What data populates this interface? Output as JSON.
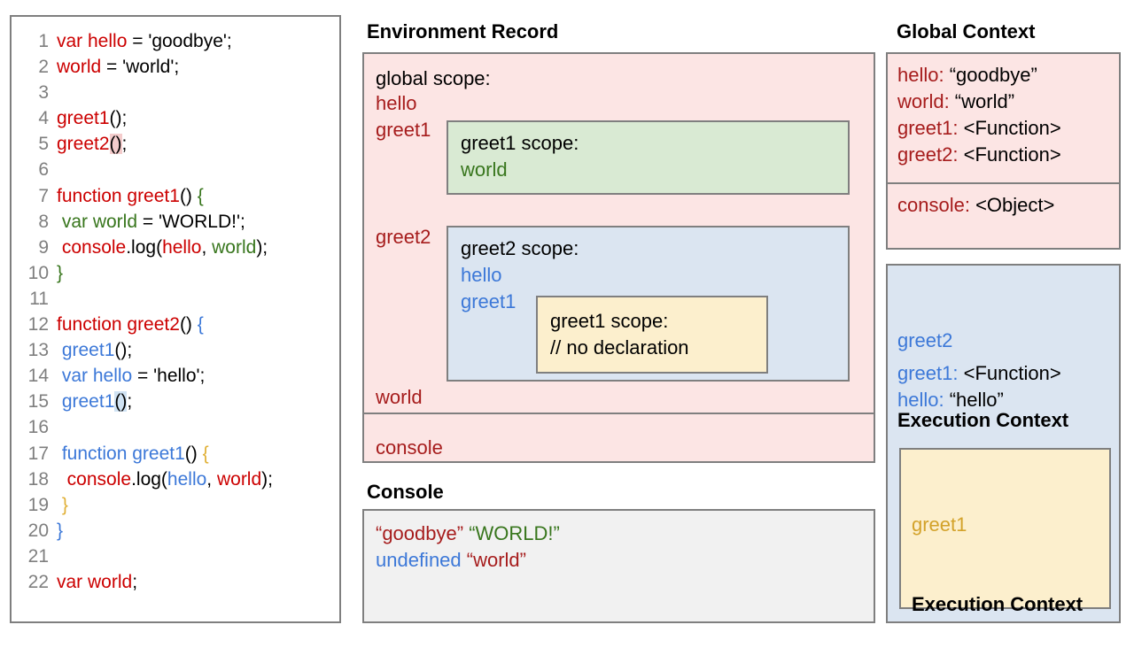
{
  "code_panel": {
    "name": "source-code",
    "lines": [
      {
        "num": "1",
        "tokens": [
          {
            "t": "var hello ",
            "c": "red"
          },
          {
            "t": "= 'goodbye';",
            "c": "black"
          }
        ]
      },
      {
        "num": "2",
        "tokens": [
          {
            "t": "world ",
            "c": "red"
          },
          {
            "t": "= 'world';",
            "c": "black"
          }
        ]
      },
      {
        "num": "3",
        "tokens": []
      },
      {
        "num": "4",
        "tokens": [
          {
            "t": "greet1",
            "c": "red"
          },
          {
            "t": "();",
            "c": "black"
          }
        ]
      },
      {
        "num": "5",
        "tokens": [
          {
            "t": "greet2",
            "c": "red"
          },
          {
            "t": "()",
            "c": "black",
            "hl": "red"
          },
          {
            "t": ";",
            "c": "black"
          }
        ]
      },
      {
        "num": "6",
        "tokens": []
      },
      {
        "num": "7",
        "tokens": [
          {
            "t": "function greet1",
            "c": "red"
          },
          {
            "t": "() ",
            "c": "black"
          },
          {
            "t": "{",
            "c": "green"
          }
        ]
      },
      {
        "num": "8",
        "tokens": [
          {
            "t": " var world ",
            "c": "green"
          },
          {
            "t": "= 'WORLD!';",
            "c": "black"
          }
        ]
      },
      {
        "num": "9",
        "tokens": [
          {
            "t": " console",
            "c": "red"
          },
          {
            "t": ".log(",
            "c": "black"
          },
          {
            "t": "hello",
            "c": "red"
          },
          {
            "t": ", ",
            "c": "black"
          },
          {
            "t": "world",
            "c": "green"
          },
          {
            "t": ");",
            "c": "black"
          }
        ]
      },
      {
        "num": "10",
        "tokens": [
          {
            "t": "}",
            "c": "green"
          }
        ]
      },
      {
        "num": "11",
        "tokens": []
      },
      {
        "num": "12",
        "tokens": [
          {
            "t": "function greet2",
            "c": "red"
          },
          {
            "t": "() ",
            "c": "black"
          },
          {
            "t": "{",
            "c": "blue"
          }
        ]
      },
      {
        "num": "13",
        "tokens": [
          {
            "t": " greet1",
            "c": "blue"
          },
          {
            "t": "();",
            "c": "black"
          }
        ]
      },
      {
        "num": "14",
        "tokens": [
          {
            "t": " var hello ",
            "c": "blue"
          },
          {
            "t": "= 'hello';",
            "c": "black"
          }
        ]
      },
      {
        "num": "15",
        "tokens": [
          {
            "t": " greet1",
            "c": "blue"
          },
          {
            "t": "()",
            "c": "black",
            "hl": "blue"
          },
          {
            "t": ";",
            "c": "black"
          }
        ]
      },
      {
        "num": "16",
        "tokens": []
      },
      {
        "num": "17",
        "tokens": [
          {
            "t": " function greet1",
            "c": "blue"
          },
          {
            "t": "() ",
            "c": "black"
          },
          {
            "t": "{",
            "c": "gold"
          }
        ]
      },
      {
        "num": "18",
        "tokens": [
          {
            "t": "  console",
            "c": "red"
          },
          {
            "t": ".log(",
            "c": "black"
          },
          {
            "t": "hello",
            "c": "blue"
          },
          {
            "t": ", ",
            "c": "black"
          },
          {
            "t": "world",
            "c": "red"
          },
          {
            "t": ");",
            "c": "black"
          }
        ]
      },
      {
        "num": "19",
        "tokens": [
          {
            "t": " }",
            "c": "gold"
          }
        ]
      },
      {
        "num": "20",
        "tokens": [
          {
            "t": "}",
            "c": "blue"
          }
        ]
      },
      {
        "num": "21",
        "tokens": []
      },
      {
        "num": "22",
        "tokens": [
          {
            "t": "var world",
            "c": "red"
          },
          {
            "t": ";",
            "c": "black"
          }
        ]
      }
    ]
  },
  "environment_record": {
    "title": "Environment Record",
    "global_scope_label": "global scope:",
    "bindings_top": [
      {
        "name": "hello",
        "color": "dred"
      },
      {
        "name": "greet1",
        "color": "dred"
      }
    ],
    "binding_greet2": {
      "name": "greet2",
      "color": "dred"
    },
    "binding_world": {
      "name": "world",
      "color": "dred"
    },
    "binding_console": {
      "name": "console",
      "color": "dred"
    },
    "greet1_scope": {
      "heading": "greet1 scope:",
      "entries": [
        {
          "name": "world",
          "color": "green"
        }
      ]
    },
    "greet2_scope": {
      "heading": "greet2 scope:",
      "entries": [
        {
          "name": "hello",
          "color": "blue"
        },
        {
          "name": "greet1",
          "color": "blue"
        }
      ],
      "inner_greet1_scope": {
        "heading": "greet1 scope:",
        "comment": "// no declaration"
      }
    }
  },
  "console": {
    "title": "Console",
    "lines": [
      [
        {
          "t": "“goodbye” ",
          "c": "dred"
        },
        {
          "t": "“WORLD!”",
          "c": "green"
        }
      ],
      [
        {
          "t": "undefined ",
          "c": "blue"
        },
        {
          "t": "“world”",
          "c": "dred"
        }
      ]
    ]
  },
  "global_context": {
    "title": "Global Context",
    "variables": [
      {
        "key": "hello: ",
        "value": "“goodbye”",
        "color": "dred"
      },
      {
        "key": "world: ",
        "value": "“world”",
        "color": "dred"
      },
      {
        "key": "greet1: ",
        "value": "<Function>",
        "color": "dred"
      },
      {
        "key": "greet2: ",
        "value": "<Function>",
        "color": "dred"
      }
    ],
    "object_row": {
      "key": "console: ",
      "value": "<Object>",
      "color": "dred"
    }
  },
  "greet2_execution_context": {
    "name": "greet2",
    "subtitle": "Execution Context",
    "variables": [
      {
        "key": "greet1: ",
        "value": "<Function>",
        "color": "blue"
      },
      {
        "key": "hello: ",
        "value": "“hello”",
        "color": "blue"
      }
    ],
    "nested_greet1_execution_context": {
      "name": "greet1",
      "subtitle": "Execution Context"
    }
  },
  "colors": {
    "red": "#cc0000",
    "dark_red": "#a61c1c",
    "green": "#38761d",
    "blue": "#3c78d8",
    "gold": "#e0af34",
    "pink_bg": "#fce5e4",
    "green_bg": "#d9ead3",
    "blue_bg": "#dbe5f1",
    "yellow_bg": "#fcefcd",
    "grey_bg": "#f1f1f1",
    "border": "#7f7f7f"
  }
}
